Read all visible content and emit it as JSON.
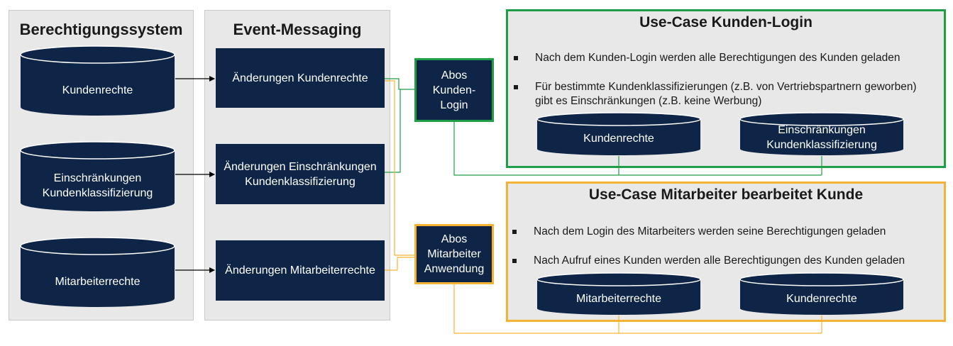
{
  "colors": {
    "navy": "#0f2547",
    "green": "#1f9e48",
    "orange": "#f5b335",
    "panel_bg": "#e8e8e8"
  },
  "berechtigungssystem": {
    "title": "Berechtigungssystem",
    "items": [
      "Kundenrechte",
      "Einschränkungen Kundenklassifizierung",
      "Mitarbeiterrechte"
    ]
  },
  "event_messaging": {
    "title": "Event-Messaging",
    "items": [
      "Änderungen Kundenrechte",
      "Änderungen Einschränkungen Kundenklassifizierung",
      "Änderungen Mitarbeiterrechte"
    ]
  },
  "abos": {
    "kunden_login": "Abos Kunden-Login",
    "mitarbeiter": "Abos Mitarbeiter Anwendung"
  },
  "usecase_login": {
    "title": "Use-Case Kunden-Login",
    "bullets": [
      "Nach dem Kunden-Login werden alle Berechtigungen des Kunden geladen",
      "Für bestimmte Kundenklassifizierungen (z.B. von Vertriebspartnern geworben) gibt es Einschränkungen (z.B. keine Werbung)"
    ],
    "databases": [
      "Kundenrechte",
      "Einschränkungen Kundenklassifizierung"
    ]
  },
  "usecase_mitarbeiter": {
    "title": "Use-Case Mitarbeiter bearbeitet Kunde",
    "bullets": [
      "Nach dem Login des Mitarbeiters werden seine Berechtigungen geladen",
      "Nach Aufruf eines Kunden werden alle Berechtigungen des Kunden geladen"
    ],
    "databases": [
      "Mitarbeiterrechte",
      "Kundenrechte"
    ]
  }
}
